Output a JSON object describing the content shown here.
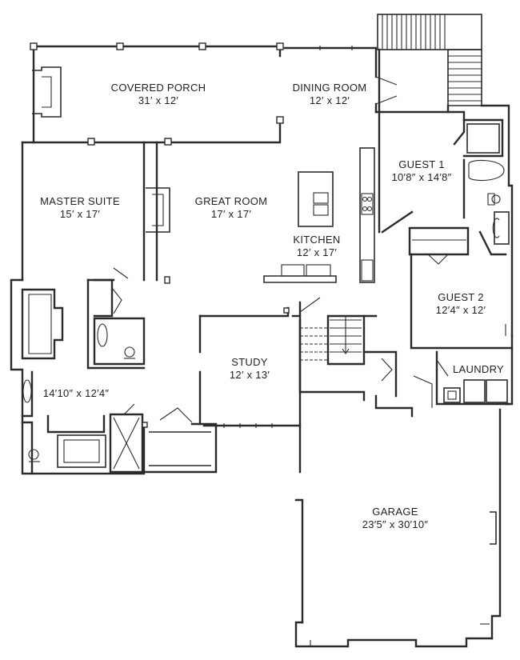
{
  "rooms": {
    "covered_porch": {
      "name": "COVERED PORCH",
      "dims": "31′ x 12′"
    },
    "dining_room": {
      "name": "DINING ROOM",
      "dims": "12′ x 12′"
    },
    "guest_1": {
      "name": "GUEST 1",
      "dims": "10′8″ x 14′8″"
    },
    "master_suite": {
      "name": "MASTER SUITE",
      "dims": "15′ x 17′"
    },
    "great_room": {
      "name": "GREAT ROOM",
      "dims": "17′ x 17′"
    },
    "kitchen": {
      "name": "KITCHEN",
      "dims": "12′ x 17′"
    },
    "guest_2": {
      "name": "GUEST 2",
      "dims": "12′4″ x 12′"
    },
    "study": {
      "name": "STUDY",
      "dims": "12′ x 13′"
    },
    "laundry": {
      "name": "LAUNDRY"
    },
    "master_bath": {
      "dims": "14′10″ x 12′4″"
    },
    "garage": {
      "name": "GARAGE",
      "dims": "23′5″ x 30′10″"
    }
  }
}
